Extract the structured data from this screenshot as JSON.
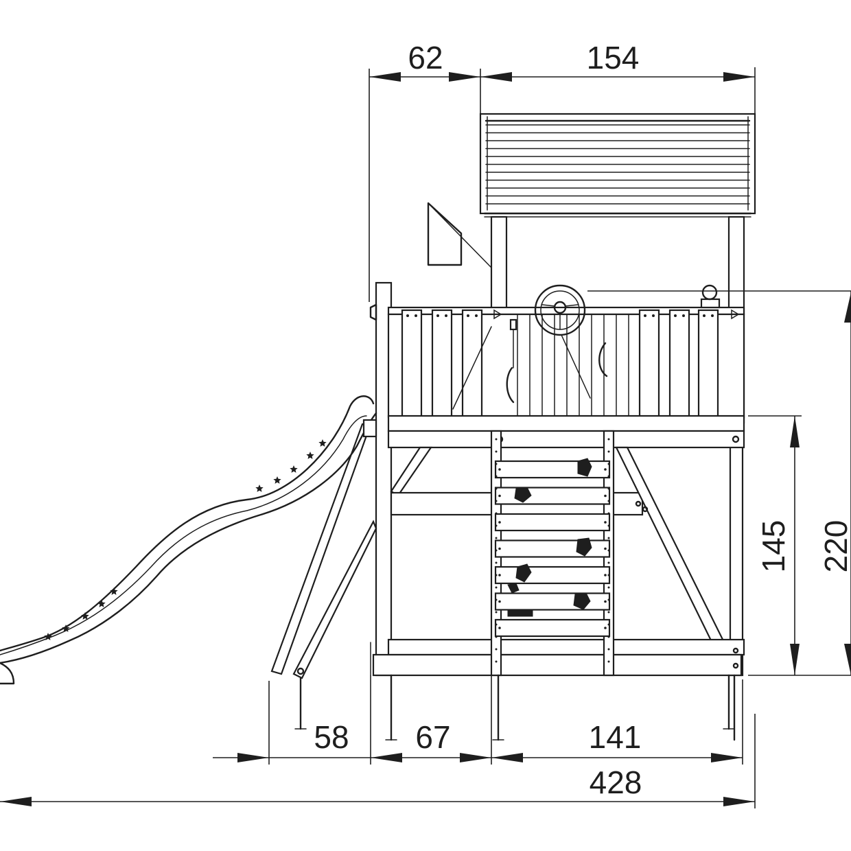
{
  "dimensions": {
    "top_left": "62",
    "top_right": "154",
    "right_inner": "145",
    "right_outer": "220",
    "bottom_a": "58",
    "bottom_b": "67",
    "bottom_c": "141",
    "overall": "428"
  }
}
